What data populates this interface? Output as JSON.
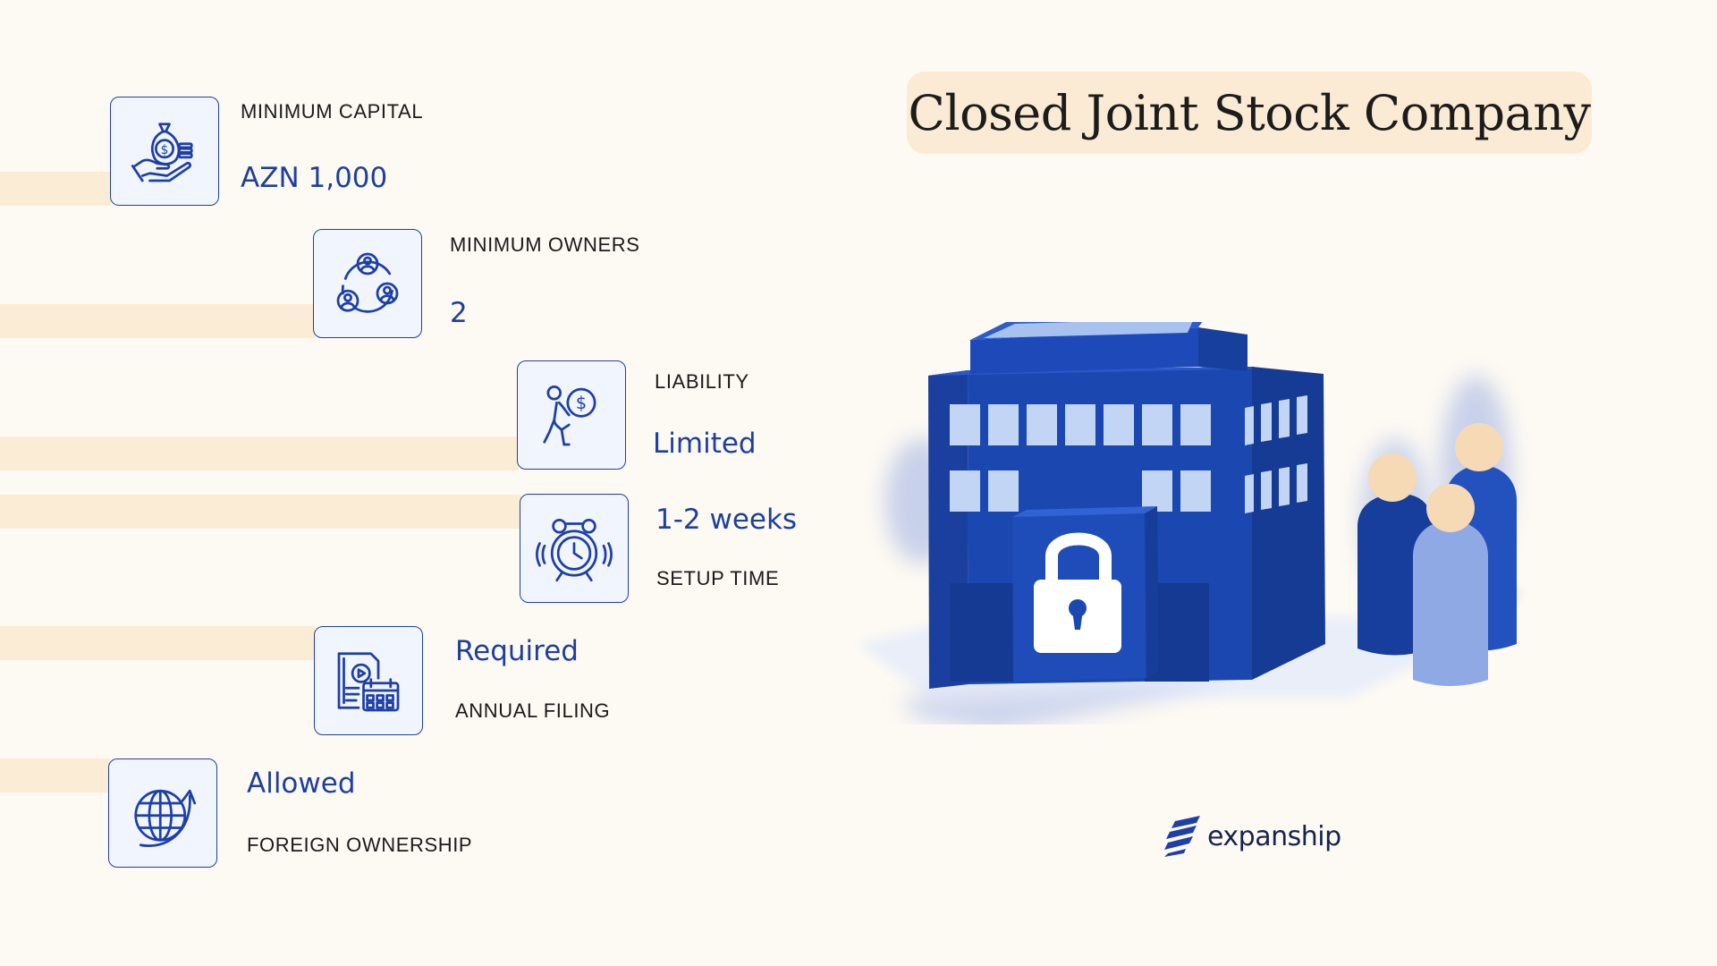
{
  "title": "Closed Joint Stock Company",
  "features": [
    {
      "label": "MINIMUM CAPITAL",
      "value": "AZN 1,000",
      "icon": "money-bag-hand-icon"
    },
    {
      "label": "MINIMUM OWNERS",
      "value": "2",
      "icon": "owners-network-icon"
    },
    {
      "label": "LIABILITY",
      "value": "Limited",
      "icon": "person-carrying-coin-icon"
    },
    {
      "label": "SETUP TIME",
      "value": "1-2 weeks",
      "icon": "alarm-clock-icon"
    },
    {
      "label": "ANNUAL FILING",
      "value": "Required",
      "icon": "document-calendar-icon"
    },
    {
      "label": "FOREIGN OWNERSHIP",
      "value": "Allowed",
      "icon": "globe-arrow-icon"
    }
  ],
  "brand": {
    "name": "expanship"
  },
  "colors": {
    "accent": "#1e3fa8",
    "background": "#fdfaf3",
    "stripe": "#fbecd6",
    "title_background": "#fcebd4",
    "building": "#1d49b3",
    "person_skin": "#f6d9b5"
  }
}
